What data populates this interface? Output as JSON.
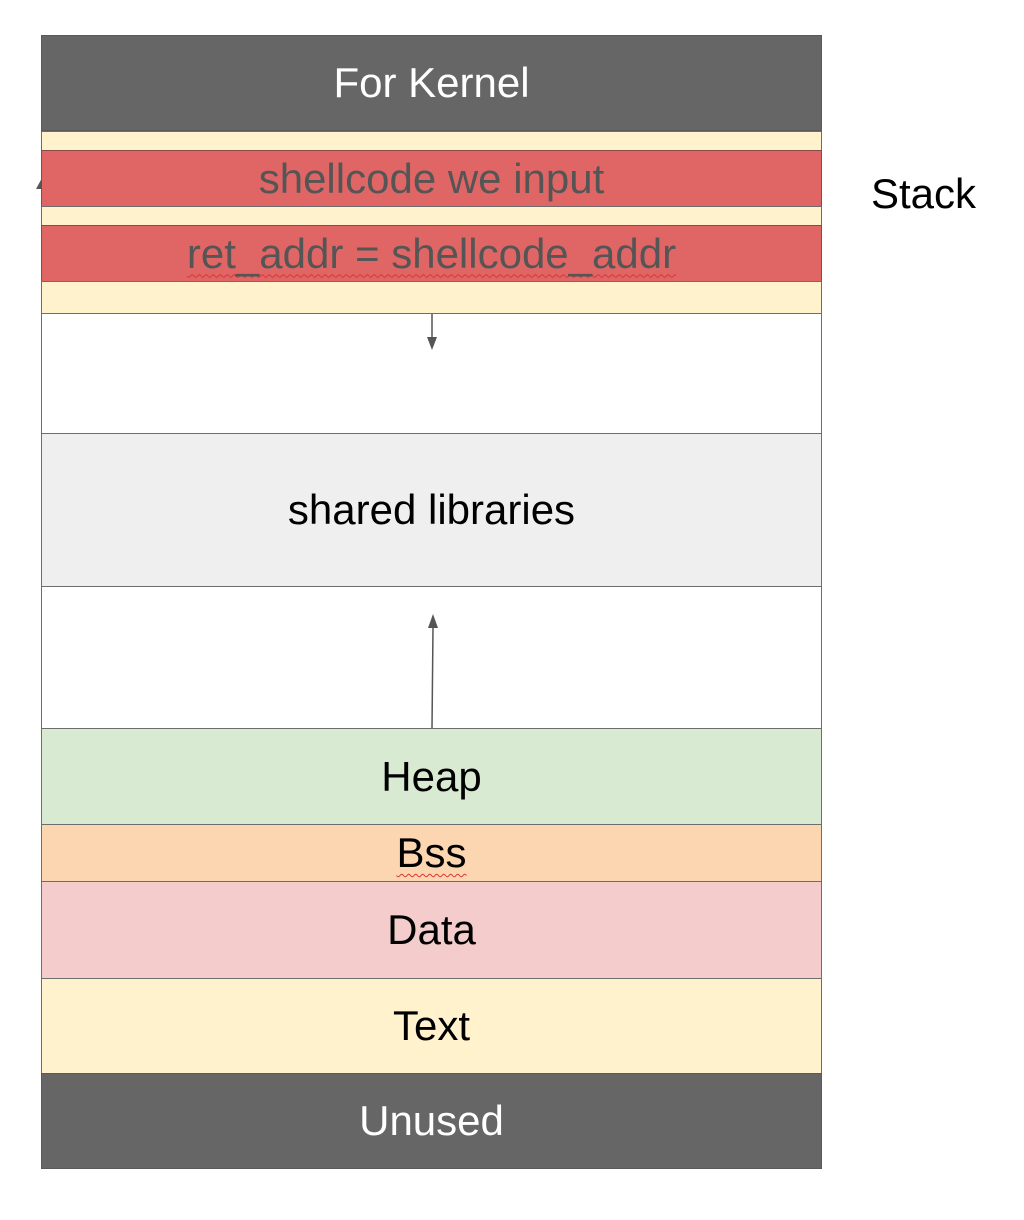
{
  "segments": {
    "kernel": "For Kernel",
    "shellcode": "shellcode we input",
    "ret_addr": "ret_addr = shellcode_addr",
    "shared_libraries": "shared libraries",
    "heap": "Heap",
    "bss": "Bss",
    "data": "Data",
    "text": "Text",
    "unused": "Unused"
  },
  "side_label": "Stack",
  "colors": {
    "dark": "#666666",
    "stack_fill": "#fff2cc",
    "highlight": "#e06666",
    "shared": "#efefef",
    "heap": "#d9ead3",
    "bss": "#fcd5b1",
    "data": "#f4cccc",
    "text": "#fff2cc"
  }
}
